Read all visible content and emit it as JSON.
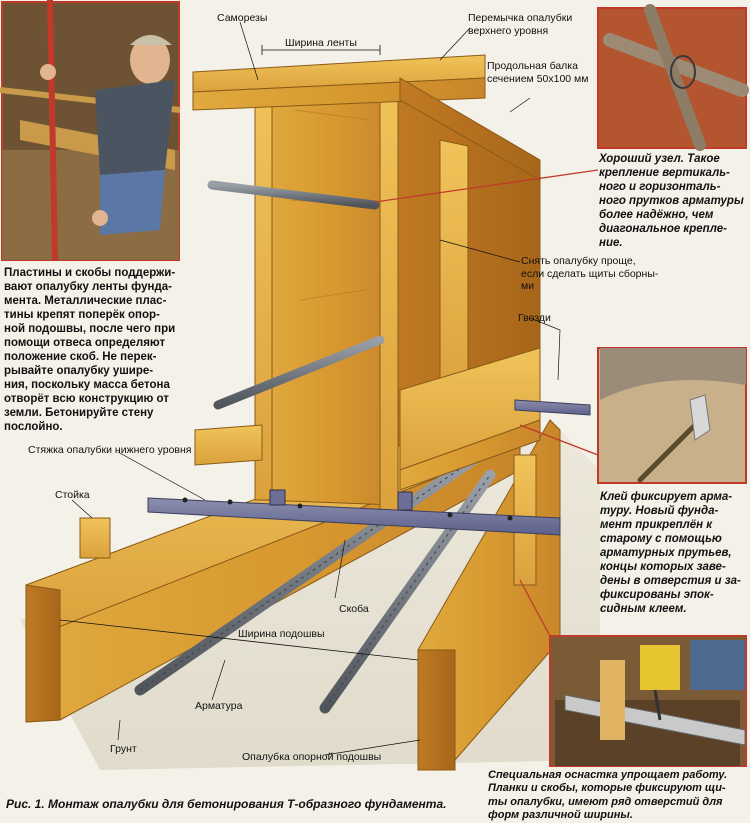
{
  "labels": {
    "screws": "Саморезы",
    "tape_width": "Ширина ленты",
    "top_jumper": "Перемычка опалубки\nверхнего уровня",
    "long_beam": "Продольная балка\nсечением 50х100 мм",
    "remove_easier": "Снять опалубку проще,\nесли сделать щиты сборны-\nми",
    "nails": "Гвозди",
    "lower_tie": "Стяжка опалубки нижнего уровня",
    "post": "Стойка",
    "bracket": "Скоба",
    "sole_width": "Ширина подошвы",
    "rebar": "Арматура",
    "soil": "Грунт",
    "sole_formwork": "Опалубка опорной подошвы"
  },
  "captions": {
    "left": "Пластины и скобы поддержи-\nвают опалубку ленты фунда-\nмента. Металлические плас-\nтины крепят поперёк опор-\nной подошвы, после чего при\nпомощи отвеса определяют\nположение скоб. Не перек-\nрывайте опалубку уширe-\nния, поскольку масса бетона\nотворёт всю конструкцию от\nземли. Бетонируйте стену\nпослойно.",
    "knot": "Хороший узел. Такое\nкрепление вертикаль-\nного и горизонталь-\nного прутков арматуры\nболее надёжно, чем\nдиагональное крепле-\nние.",
    "glue": "Клей фиксирует арма-\nтуру. Новый фунда-\nмент прикреплён к\nстарому с помощью\nарматурных прутьев,\nконцы которых заве-\nдены в отверстия и за-\nфиксированы эпок-\nсидным клеем.",
    "tool": "Специальная оснастка упрощает работу.\nПланки и скобы, которые фиксируют щи-\nты опалубки, имеют ряд отверстий для\nформ различной ширины."
  },
  "figure_caption": "Рис. 1. Монтаж опалубки для бетонирования Т-образного фундамента."
}
